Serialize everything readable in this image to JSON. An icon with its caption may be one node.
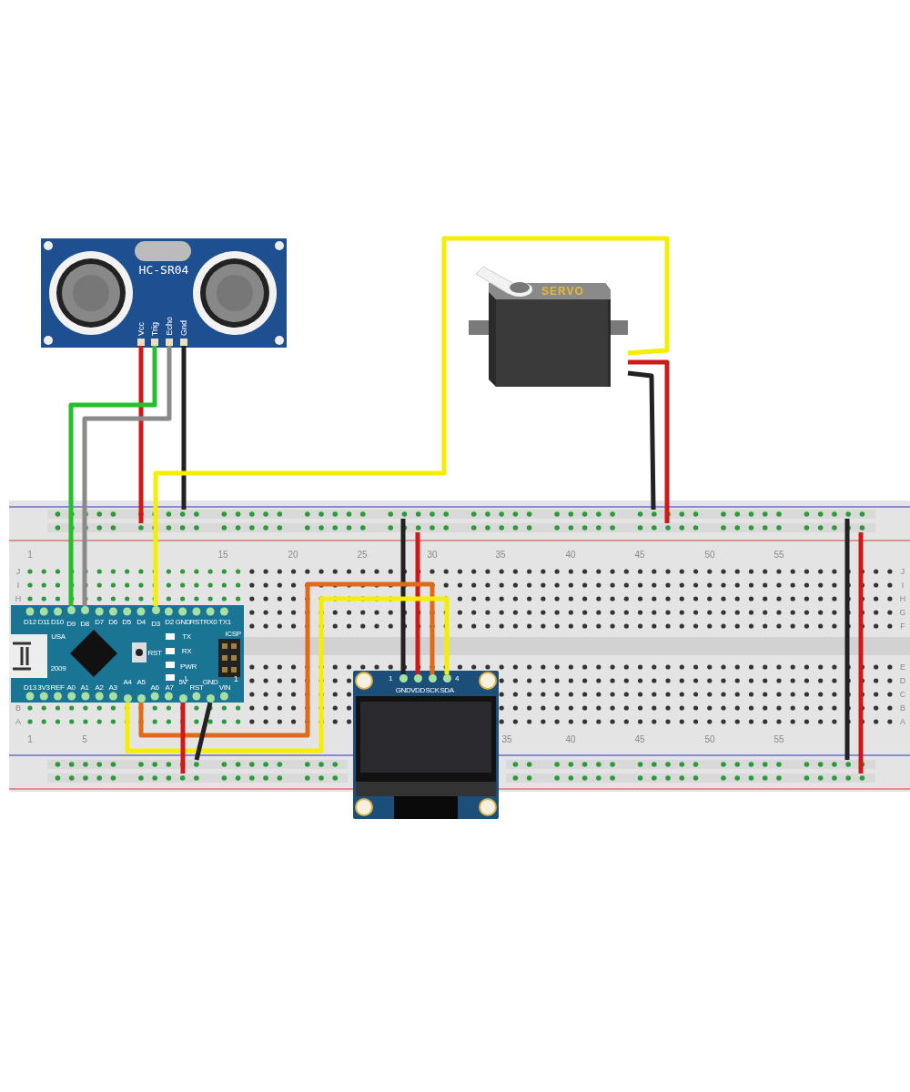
{
  "diagram": {
    "nodes": [
      {
        "text": [
          "HC-SR04"
        ]
      },
      {
        "text": [
          "Vcc"
        ],
        "in": 0
      },
      {
        "text": [
          "Trig"
        ],
        "in": 0
      },
      {
        "text": [
          "Echo"
        ],
        "in": 0
      },
      {
        "text": [
          "Gnd"
        ],
        "in": 0
      },
      {
        "text": [
          "SERVO"
        ]
      },
      {
        "text": [],
        "shape": "box"
      },
      {
        "text": [],
        "shape": "bar",
        "in": 6
      },
      {
        "text": [],
        "shape": "bar",
        "in": 6
      },
      {
        "text": [],
        "shape": "box",
        "in": 6
      },
      {
        "text": [
          "D9"
        ],
        "in": 9
      },
      {
        "text": [
          "D8"
        ],
        "in": 9
      },
      {
        "text": [
          "D3"
        ],
        "in": 9
      },
      {
        "text": [
          "A4"
        ],
        "in": 9
      },
      {
        "text": [
          "A5"
        ],
        "in": 9
      },
      {
        "text": [
          "5V"
        ],
        "in": 9
      },
      {
        "text": [
          "GND"
        ],
        "in": 9
      },
      {
        "text": [],
        "shape": "box"
      },
      {
        "text": [
          "GND"
        ],
        "in": 17
      },
      {
        "text": [
          "VDD"
        ],
        "in": 17
      },
      {
        "text": [
          "SCK"
        ],
        "in": 17
      },
      {
        "text": [
          "SDA"
        ],
        "in": 17
      },
      {
        "text": [],
        "shape": "bar",
        "in": 6
      },
      {
        "text": [],
        "shape": "bar",
        "in": 6
      },
      {
        "text": [],
        "shape": "bar",
        "in": 6
      },
      {
        "text": [],
        "shape": "bar",
        "in": 6
      }
    ],
    "edges": [
      {
        "from": 1,
        "to": 8,
        "arrow": "none",
        "color": "#d01818"
      },
      {
        "from": 2,
        "to": 10,
        "arrow": "none",
        "color": "#22c02a"
      },
      {
        "from": 3,
        "to": 11,
        "arrow": "none",
        "color": "#8a8a8a"
      },
      {
        "from": 4,
        "to": 7,
        "arrow": "none",
        "color": "#222222"
      },
      {
        "from": 5,
        "to": 12,
        "arrow": "none",
        "color": "#f5ee00"
      },
      {
        "from": 5,
        "to": 8,
        "arrow": "none",
        "color": "#d01818"
      },
      {
        "from": 5,
        "to": 7,
        "arrow": "none",
        "color": "#222222"
      },
      {
        "from": 18,
        "to": 7,
        "arrow": "none",
        "color": "#222222"
      },
      {
        "from": 19,
        "to": 8,
        "arrow": "none",
        "color": "#d01818"
      },
      {
        "from": 20,
        "to": 14,
        "arrow": "none",
        "color": "#e06a1a"
      },
      {
        "from": 21,
        "to": 13,
        "arrow": "none",
        "color": "#f5ee00"
      },
      {
        "from": 15,
        "to": 23,
        "arrow": "none",
        "color": "#d01818"
      },
      {
        "from": 16,
        "to": 22,
        "arrow": "none",
        "color": "#222222"
      },
      {
        "from": 7,
        "to": 24,
        "arrow": "none",
        "color": "#222222"
      },
      {
        "from": 8,
        "to": 25,
        "arrow": "none",
        "color": "#d01818"
      }
    ],
    "labels": [
      "1",
      "15",
      "20",
      "25",
      "30",
      "35",
      "40",
      "45",
      "50",
      "55",
      "J",
      "J",
      "I",
      "I",
      "H",
      "H",
      "G",
      "D12",
      "D11",
      "D10",
      "D7",
      "D6",
      "D5",
      "D4",
      "D2",
      "GND",
      "RST",
      "RX0",
      "TX1",
      "F",
      "USA",
      "TX",
      "ICSP",
      "RST",
      "RX",
      "2009",
      "PWR",
      "E",
      "L",
      "1",
      "1",
      "4",
      "D",
      "D13",
      "3V3",
      "REF",
      "A0",
      "A1",
      "A2",
      "A3",
      "A6",
      "A7",
      "RST",
      "VIN",
      "C",
      "B",
      "B",
      "A",
      "A",
      "1",
      "5",
      "35",
      "40",
      "45",
      "50",
      "55"
    ]
  }
}
